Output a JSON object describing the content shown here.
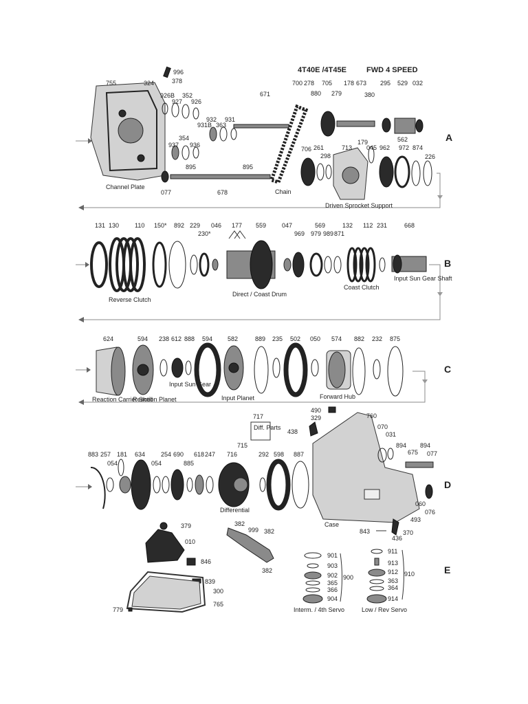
{
  "header": {
    "models": "4T40E /4T45E",
    "type": "FWD 4 SPEED"
  },
  "rows": [
    {
      "letter": "A",
      "parts": [
        "996",
        "378",
        "755",
        "324",
        "926B",
        "927",
        "352",
        "926",
        "932",
        "931",
        "931B",
        "363",
        "937",
        "354",
        "936",
        "895",
        "671",
        "895",
        "700",
        "278",
        "880",
        "705",
        "279",
        "178",
        "673",
        "380",
        "295",
        "529",
        "032",
        "562",
        "179",
        "045",
        "962",
        "972",
        "874",
        "706",
        "261",
        "298",
        "713",
        "226",
        "077",
        "678"
      ],
      "labels": [
        "Channel Plate",
        "Chain",
        "Driven Sprocket Support"
      ]
    },
    {
      "letter": "B",
      "parts": [
        "131",
        "130",
        "110",
        "150*",
        "892",
        "229",
        "230*",
        "046",
        "177",
        "559",
        "047",
        "569",
        "969",
        "979",
        "989",
        "871",
        "132",
        "112",
        "231",
        "668"
      ],
      "labels": [
        "Reverse Clutch",
        "Direct / Coast Drum",
        "Coast Clutch",
        "Input Sun Gear Shaft"
      ]
    },
    {
      "letter": "C",
      "parts": [
        "624",
        "594",
        "238",
        "612",
        "888",
        "594",
        "582",
        "889",
        "235",
        "502",
        "050",
        "574",
        "882",
        "232",
        "875"
      ],
      "labels": [
        "Reaction Carrier Shell",
        "Reaction Planet",
        "Input Sun Gear",
        "Input Planet",
        "Forward Hub"
      ]
    },
    {
      "letter": "D",
      "parts": [
        "717",
        "490",
        "329",
        "438",
        "760",
        "070",
        "031",
        "894",
        "675",
        "894",
        "077",
        "715",
        "883",
        "257",
        "181",
        "634",
        "254",
        "690",
        "618",
        "247",
        "716",
        "292",
        "598",
        "887",
        "054",
        "054",
        "885",
        "060",
        "493",
        "076",
        "843",
        "436",
        "370"
      ],
      "labels": [
        "Diff. Parts",
        "Differential",
        "Case"
      ]
    },
    {
      "letter": "E",
      "parts": [
        "379",
        "010",
        "846",
        "839",
        "300",
        "765",
        "779",
        "382",
        "999",
        "382",
        "382",
        "901",
        "903",
        "902",
        "365",
        "366",
        "904",
        "900",
        "911",
        "913",
        "912",
        "363",
        "364",
        "914",
        "910"
      ],
      "labels": [
        "Interm. / 4th Servo",
        "Low / Rev Servo"
      ]
    }
  ]
}
